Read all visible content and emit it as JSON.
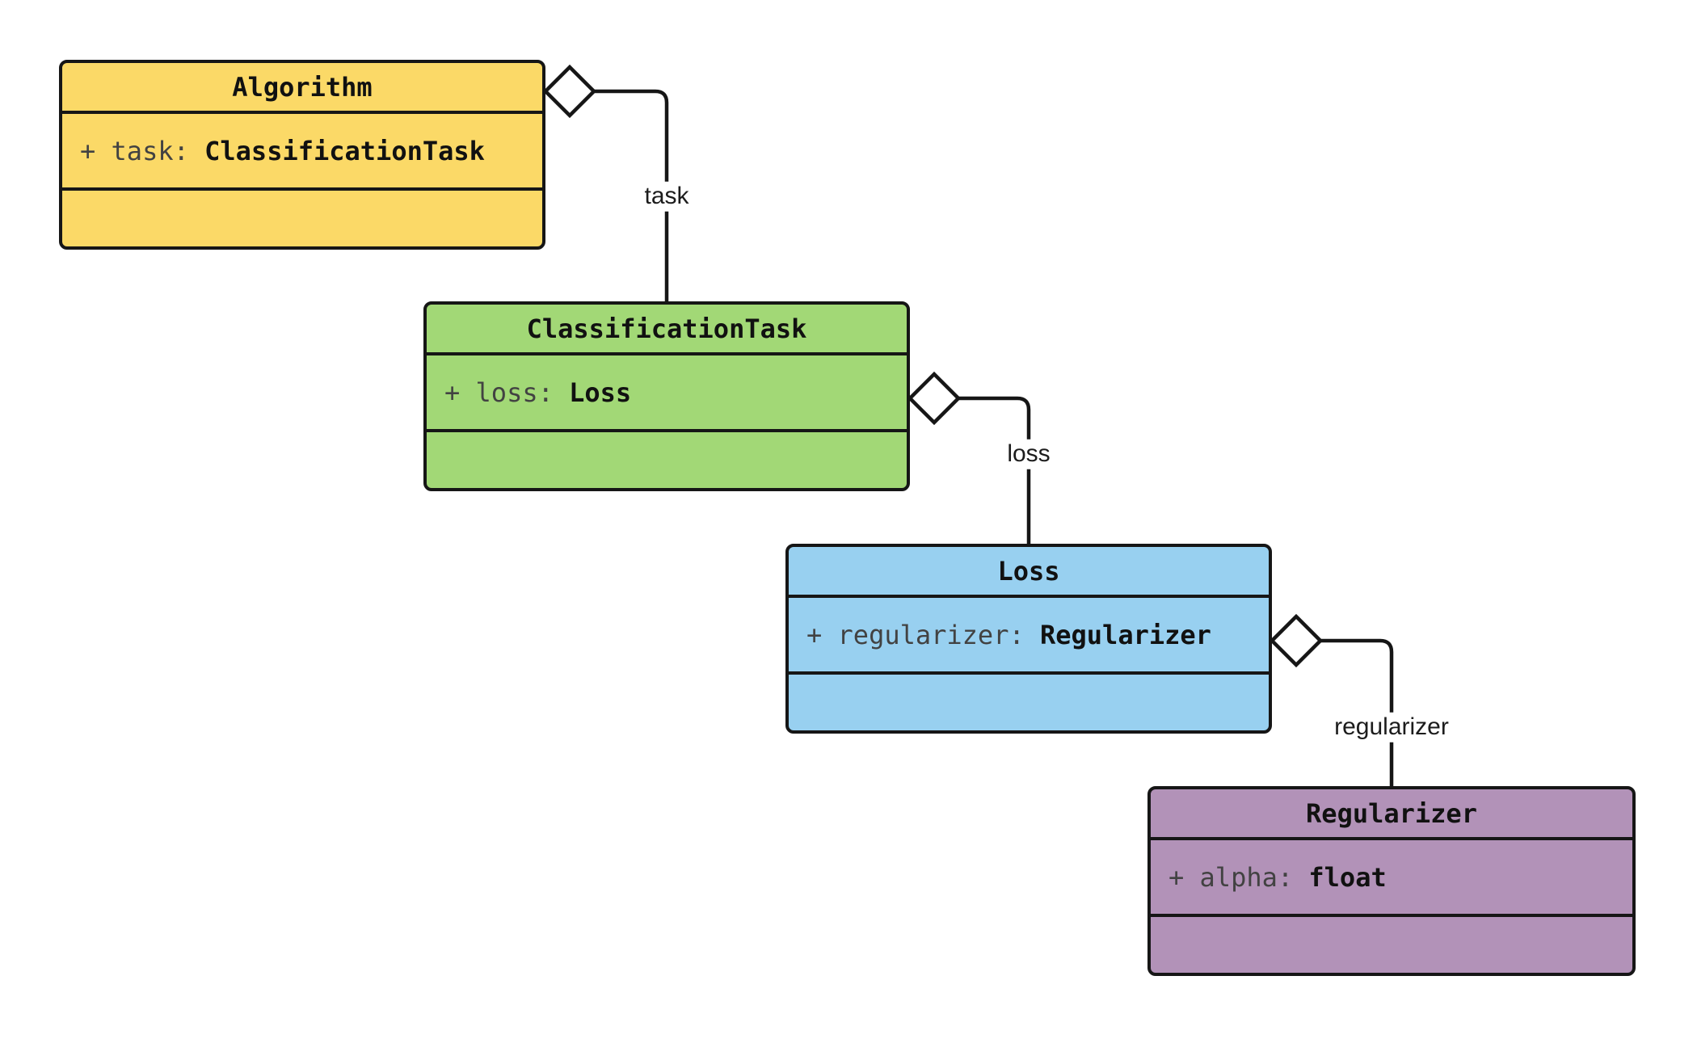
{
  "diagram": {
    "type": "uml-class-diagram",
    "background_color": "#ffffff",
    "stroke_color": "#161616",
    "classes": [
      {
        "name": "Algorithm",
        "fill": "#FBD967",
        "attribute": {
          "visibility": "+ ",
          "name": "task",
          "colon": ": ",
          "type": "ClassificationTask"
        }
      },
      {
        "name": "ClassificationTask",
        "fill": "#A2D876",
        "attribute": {
          "visibility": "+ ",
          "name": "loss",
          "colon": ": ",
          "type": "Loss"
        }
      },
      {
        "name": "Loss",
        "fill": "#98D0F0",
        "attribute": {
          "visibility": "+ ",
          "name": "regularizer",
          "colon": ": ",
          "type": "Regularizer"
        }
      },
      {
        "name": "Regularizer",
        "fill": "#B292B8",
        "attribute": {
          "visibility": "+ ",
          "name": "alpha",
          "colon": ": ",
          "type": "float"
        }
      }
    ],
    "relations": [
      {
        "kind": "aggregation",
        "from": "Algorithm",
        "to": "ClassificationTask",
        "label": "task"
      },
      {
        "kind": "aggregation",
        "from": "ClassificationTask",
        "to": "Loss",
        "label": "loss"
      },
      {
        "kind": "aggregation",
        "from": "Loss",
        "to": "Regularizer",
        "label": "regularizer"
      }
    ]
  }
}
